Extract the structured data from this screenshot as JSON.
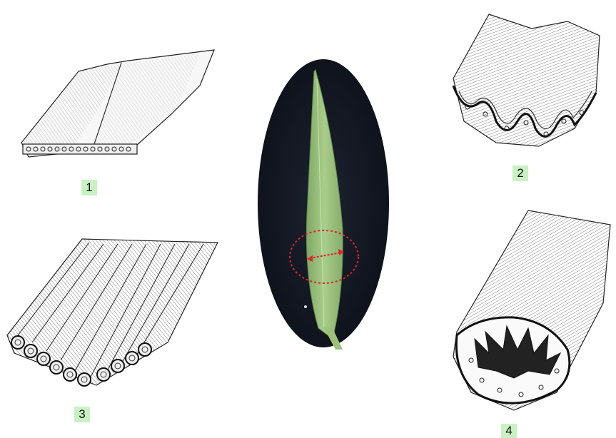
{
  "labels": {
    "l1": "1",
    "l2": "2",
    "l3": "3",
    "l4": "4"
  },
  "colors": {
    "label_bg": "#c9f2c3",
    "leaf_green": "#9cc27a",
    "photo_bg": "#141a24",
    "measure_red": "#e0232a"
  },
  "icons": {
    "panel1": "flat-leaf-blade-sketch",
    "panel2": "folded-leaf-blade-sketch",
    "panel3": "tubular-leaf-blade-sketch",
    "panel4": "inrolled-leaf-blade-sketch",
    "center": "grass-leaf-photo-with-width-measurement"
  }
}
